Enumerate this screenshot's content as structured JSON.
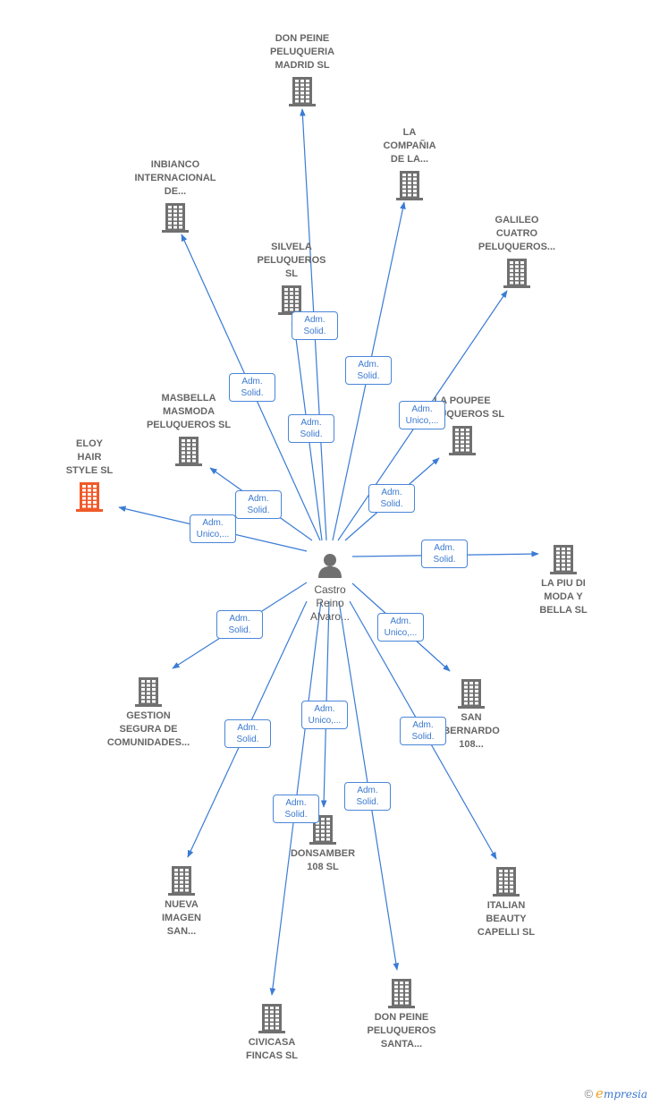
{
  "center": {
    "name": "Castro\nReino\nAlvaro...",
    "icon": "person-icon"
  },
  "colors": {
    "edge": "#3a7bd5",
    "building": "#707070",
    "focus": "#f05a28",
    "badge_text": "#3a78d0"
  },
  "nodes": [
    {
      "id": "don-peine-madrid",
      "label": "DON PEINE\nPELUQUERIA\nMADRID SL"
    },
    {
      "id": "la-compania",
      "label": "LA\nCOMPAÑIA\nDE LA..."
    },
    {
      "id": "inbianco",
      "label": "INBIANCO\nINTERNACIONAL\nDE..."
    },
    {
      "id": "galileo",
      "label": "GALILEO\nCUATRO\nPELUQUEROS..."
    },
    {
      "id": "silvela",
      "label": "SILVELA\nPELUQUEROS\nSL"
    },
    {
      "id": "la-poupee",
      "label": "LA POUPEE\nPELUQUEROS SL"
    },
    {
      "id": "masbella",
      "label": "MASBELLA\nMASMODA\nPELUQUEROS SL"
    },
    {
      "id": "eloy",
      "label": "ELOY\nHAIR\nSTYLE  SL",
      "focus": true
    },
    {
      "id": "la-piu",
      "label": "LA PIU DI\nMODA Y\nBELLA SL"
    },
    {
      "id": "gestion",
      "label": "GESTION\nSEGURA DE\nCOMUNIDADES..."
    },
    {
      "id": "san-bernardo",
      "label": "SAN\nBERNARDO\n108..."
    },
    {
      "id": "donsamber",
      "label": "DONSAMBER\n108  SL"
    },
    {
      "id": "nueva-imagen",
      "label": "NUEVA\nIMAGEN\nSAN..."
    },
    {
      "id": "italian-beauty",
      "label": "ITALIAN\nBEAUTY\nCAPELLI  SL"
    },
    {
      "id": "civicasa",
      "label": "CIVICASA\nFINCAS SL"
    },
    {
      "id": "don-peine-santa",
      "label": "DON PEINE\nPELUQUEROS\nSANTA..."
    }
  ],
  "edges": [
    {
      "to": "don-peine-madrid",
      "role": "Adm.\nSolid."
    },
    {
      "to": "la-compania",
      "role": "Adm.\nSolid."
    },
    {
      "to": "inbianco",
      "role": "Adm.\nSolid."
    },
    {
      "to": "galileo",
      "role": "Adm.\nUnico,..."
    },
    {
      "to": "silvela",
      "role": "Adm.\nSolid."
    },
    {
      "to": "la-poupee",
      "role": "Adm.\nSolid."
    },
    {
      "to": "masbella",
      "role": "Adm.\nSolid."
    },
    {
      "to": "eloy",
      "role": "Adm.\nUnico,..."
    },
    {
      "to": "la-piu",
      "role": "Adm.\nSolid."
    },
    {
      "to": "gestion",
      "role": "Adm.\nSolid."
    },
    {
      "to": "san-bernardo",
      "role": "Adm.\nUnico,..."
    },
    {
      "to": "donsamber",
      "role": "Adm.\nUnico,..."
    },
    {
      "to": "nueva-imagen",
      "role": "Adm.\nSolid."
    },
    {
      "to": "italian-beauty",
      "role": "Adm.\nSolid."
    },
    {
      "to": "civicasa",
      "role": "Adm.\nSolid."
    },
    {
      "to": "don-peine-santa",
      "role": "Adm.\nSolid."
    }
  ],
  "footer": {
    "copyright": "©",
    "brand_initial": "e",
    "brand_rest": "mpresia"
  }
}
